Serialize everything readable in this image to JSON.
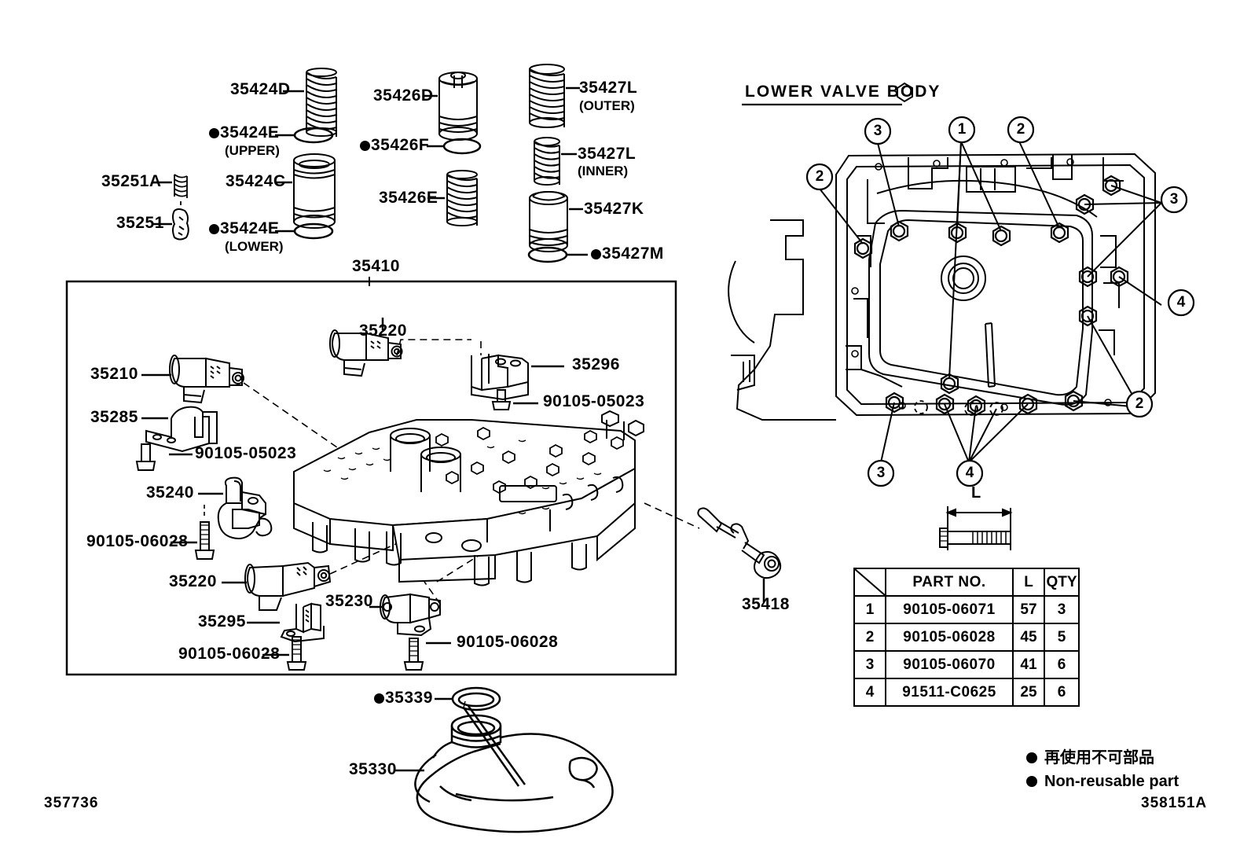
{
  "sheet": {
    "ref_left": "357736",
    "ref_right": "358151A",
    "section_title": "LOWER VALVE BODY"
  },
  "exploded_top": {
    "labels": [
      {
        "id": "35424D",
        "text": "35424D",
        "bullet": false,
        "sub": ""
      },
      {
        "id": "35424E-upper",
        "text": "35424E",
        "bullet": true,
        "sub": "(UPPER)"
      },
      {
        "id": "35424C",
        "text": "35424C",
        "bullet": false,
        "sub": ""
      },
      {
        "id": "35424E-lower",
        "text": "35424E",
        "bullet": true,
        "sub": "(LOWER)"
      },
      {
        "id": "35251A",
        "text": "35251A",
        "bullet": false,
        "sub": ""
      },
      {
        "id": "35251",
        "text": "35251",
        "bullet": false,
        "sub": ""
      },
      {
        "id": "35426D",
        "text": "35426D",
        "bullet": false,
        "sub": ""
      },
      {
        "id": "35426F",
        "text": "35426F",
        "bullet": true,
        "sub": ""
      },
      {
        "id": "35426E",
        "text": "35426E",
        "bullet": false,
        "sub": ""
      },
      {
        "id": "35427L-outer",
        "text": "35427L",
        "bullet": false,
        "sub": "(OUTER)"
      },
      {
        "id": "35427L-inner",
        "text": "35427L",
        "bullet": false,
        "sub": "(INNER)"
      },
      {
        "id": "35427K",
        "text": "35427K",
        "bullet": false,
        "sub": ""
      },
      {
        "id": "35427M",
        "text": "35427M",
        "bullet": true,
        "sub": ""
      }
    ],
    "t_35424D": "35424D",
    "t_35424E_u": "35424E",
    "s_upper": "(UPPER)",
    "t_35424C": "35424C",
    "t_35424E_l": "35424E",
    "s_lower": "(LOWER)",
    "t_35251A": "35251A",
    "t_35251": "35251",
    "t_35426D": "35426D",
    "t_35426F": "35426F",
    "t_35426E": "35426E",
    "t_35427L_o": "35427L",
    "s_outer": "(OUTER)",
    "t_35427L_i": "35427L",
    "s_inner": "(INNER)",
    "t_35427K": "35427K",
    "t_35427M": "35427M"
  },
  "assembly_box": {
    "title": "35410",
    "t_35210": "35210",
    "t_35285": "35285",
    "t_35220_top": "35220",
    "t_35296": "35296",
    "t_90105_05023_a": "90105-05023",
    "t_90105_05023_b": "90105-05023",
    "t_35240": "35240",
    "t_90105_06028_a": "90105-06028",
    "t_35220_bottom": "35220",
    "t_35230": "35230",
    "t_35295": "35295",
    "t_90105_06028_b": "90105-06028",
    "t_90105_06028_c": "90105-06028",
    "t_35418": "35418"
  },
  "oil_pan": {
    "t_35339": "35339",
    "t_35330": "35330"
  },
  "valve_body_view": {
    "title": "LOWER VALVE BODY",
    "callouts": [
      "3",
      "1",
      "2",
      "2",
      "3",
      "4",
      "3",
      "4",
      "2"
    ],
    "c1": "3",
    "c2": "1",
    "c3": "2",
    "c4": "2",
    "c5": "3",
    "c6": "4",
    "c7": "3",
    "c8": "4",
    "c9": "2",
    "dimension_label": "L"
  },
  "parts_table": {
    "headers": [
      "",
      "PART NO.",
      "L",
      "QTY"
    ],
    "h_part": "PART NO.",
    "h_len": "L",
    "h_qty": "QTY",
    "rows": [
      {
        "idx": "1",
        "part_no": "90105-06071",
        "length": "57",
        "qty": "3"
      },
      {
        "idx": "2",
        "part_no": "90105-06028",
        "length": "45",
        "qty": "5"
      },
      {
        "idx": "3",
        "part_no": "90105-06070",
        "length": "41",
        "qty": "6"
      },
      {
        "idx": "4",
        "part_no": "91511-C0625",
        "length": "25",
        "qty": "6"
      }
    ]
  },
  "legend": {
    "japanese": "再使用不可部品",
    "english": "Non-reusable part"
  }
}
